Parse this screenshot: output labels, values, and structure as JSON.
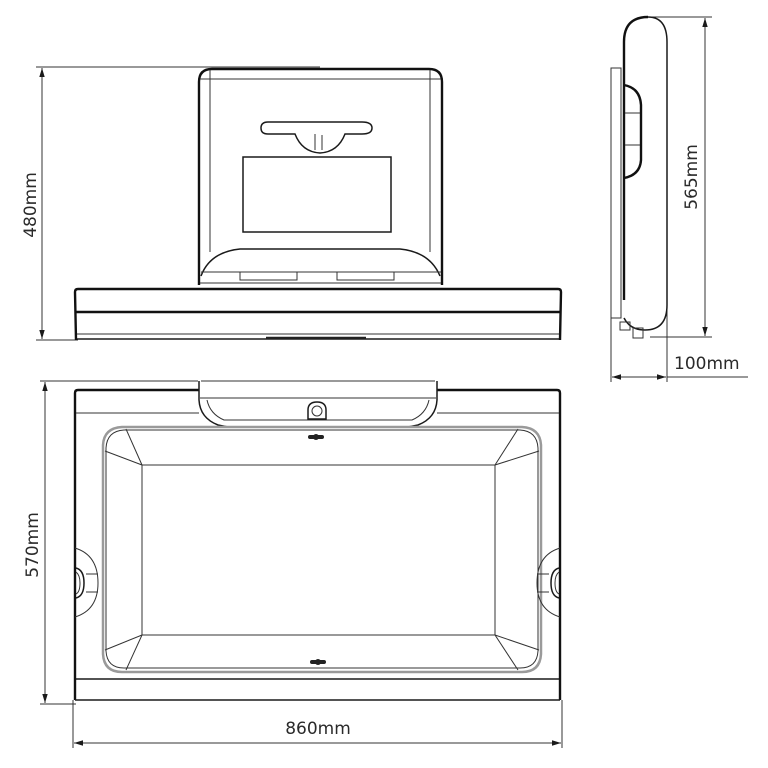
{
  "drawing": {
    "type": "technical-dimension-drawing",
    "subject": "wall-mounted horizontal baby changing station",
    "views": {
      "front_elevation": {
        "dimension_label": "480mm",
        "dimension_axis": "height"
      },
      "side_elevation": {
        "height_label": "565mm",
        "depth_label": "100mm"
      },
      "plan_view": {
        "height_label": "570mm",
        "width_label": "860mm"
      }
    },
    "colors": {
      "line": "#1a1a1a",
      "secondary_line": "#9a9a9a",
      "background": "#ffffff",
      "text": "#2a2a2a"
    }
  }
}
